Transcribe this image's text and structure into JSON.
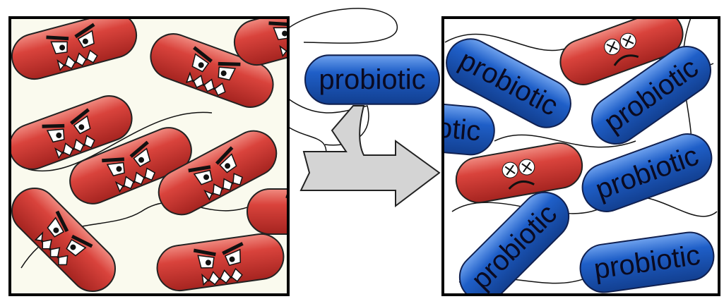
{
  "colors": {
    "bad_bacteria": "#d9433c",
    "probiotic": "#1f5fc8",
    "left_panel_bg": "#fafaee",
    "arrow": "#d4d4d4"
  },
  "center_pill": {
    "label": "probiotic"
  },
  "right_panel": {
    "probiotics": [
      {
        "label": "probiotic"
      },
      {
        "label": "probiotic"
      },
      {
        "label": "probiotic"
      },
      {
        "label": "probiotic"
      },
      {
        "label": "probiotic"
      },
      {
        "label": "probiotic"
      }
    ],
    "dead_bacteria_count": 2
  },
  "left_panel": {
    "bad_bacteria_count": 9
  }
}
